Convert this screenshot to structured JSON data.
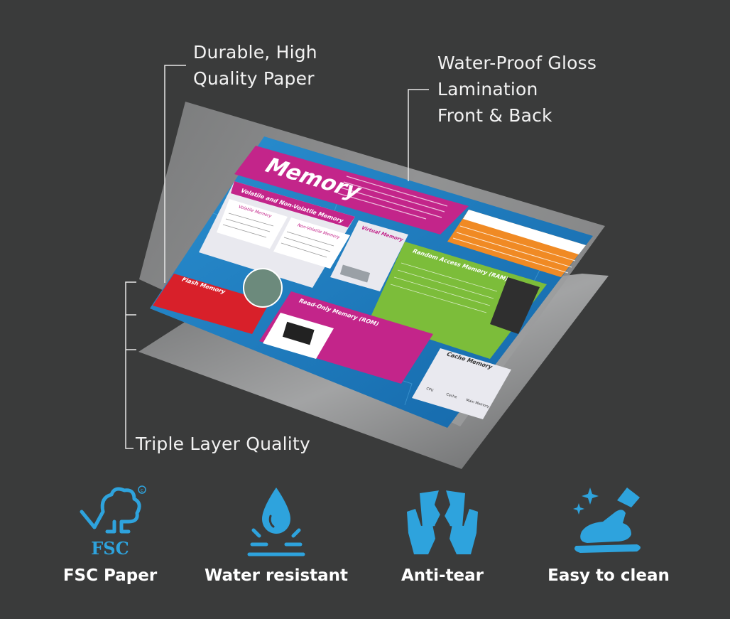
{
  "callouts": {
    "paper": [
      "Durable, High",
      "Quality Paper"
    ],
    "gloss": [
      "Water-Proof Gloss",
      "Lamination",
      "Front & Back"
    ],
    "triple": "Triple Layer Quality"
  },
  "poster": {
    "title": "Memory",
    "sections": {
      "volatile": "Volatile and Non-Volatile Memory",
      "volatile_col": "Volatile Memory",
      "nonvolatile_col": "Non-Volatile Memory",
      "virtual": "Virtual Memory",
      "ram": "Random Access Memory (RAM)",
      "flash": "Flash Memory",
      "rom": "Read-Only Memory (ROM)",
      "cache": "Cache Memory"
    },
    "cache_diagram": [
      "CPU",
      "Cache",
      "Main Memory"
    ]
  },
  "features": [
    {
      "label": "FSC Paper",
      "icon": "fsc-tree-icon"
    },
    {
      "label": "Water resistant",
      "icon": "water-drop-icon"
    },
    {
      "label": "Anti-tear",
      "icon": "torn-paper-hands-icon"
    },
    {
      "label": "Easy to clean",
      "icon": "cleaning-hand-icon"
    }
  ],
  "fsc_logo_text": "FSC",
  "colors": {
    "background": "#3a3b3b",
    "icon_blue": "#2ea3dd",
    "poster_blue": "#1a86c8",
    "poster_magenta": "#c3258a",
    "poster_green": "#7cbd3a",
    "poster_red": "#d8202a",
    "poster_orange": "#f08a24"
  }
}
